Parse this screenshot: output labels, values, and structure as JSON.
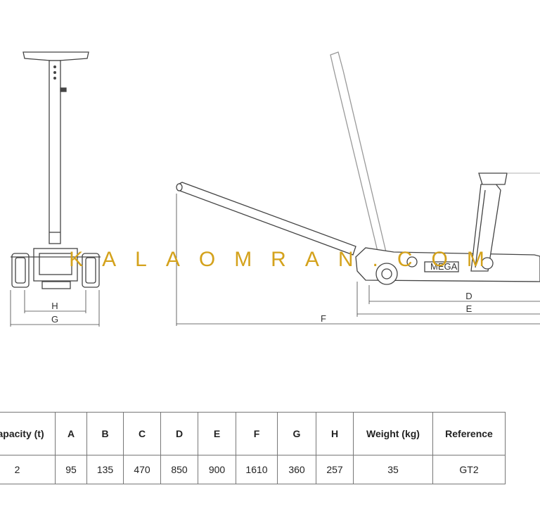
{
  "diagram": {
    "labels": {
      "d": "D",
      "e": "E",
      "f": "F",
      "g": "G",
      "h": "H"
    },
    "brand_plate": "MEGA",
    "watermark": "KALAOMRAN.COM"
  },
  "table": {
    "headers": [
      "Capacity (t)",
      "A",
      "B",
      "C",
      "D",
      "E",
      "F",
      "G",
      "H",
      "Weight (kg)",
      "Reference"
    ],
    "rows": [
      [
        "2",
        "95",
        "135",
        "470",
        "850",
        "900",
        "1610",
        "360",
        "257",
        "35",
        "GT2"
      ]
    ]
  }
}
